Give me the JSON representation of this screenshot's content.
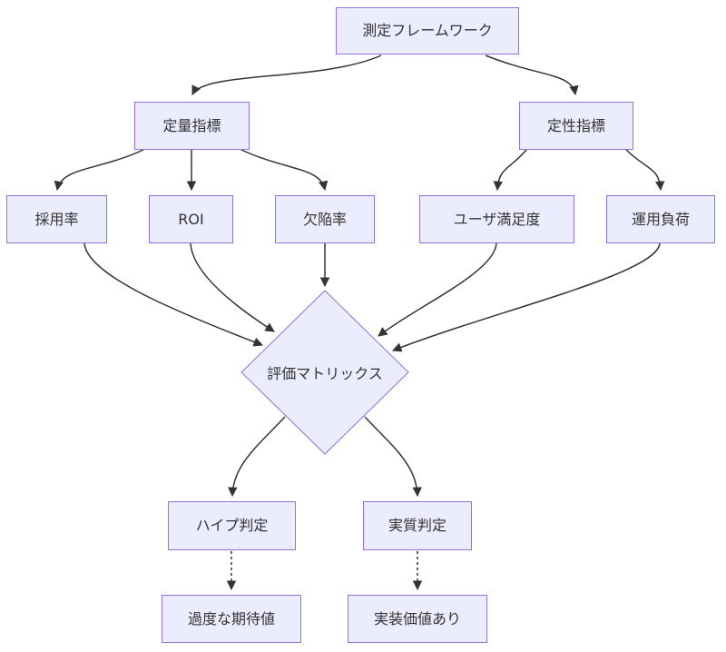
{
  "diagram": {
    "type": "flowchart-top-down",
    "colors": {
      "background": "#ffffff",
      "node_fill": "#ECECFF",
      "node_border": "#9370DB",
      "edge": "#333333",
      "text": "#333333"
    },
    "nodes": {
      "root": {
        "label": "測定フレームワーク",
        "shape": "rect"
      },
      "quantitative": {
        "label": "定量指標",
        "shape": "rect"
      },
      "qualitative": {
        "label": "定性指標",
        "shape": "rect"
      },
      "adoption": {
        "label": "採用率",
        "shape": "rect"
      },
      "roi": {
        "label": "ROI",
        "shape": "rect"
      },
      "defect": {
        "label": "欠陥率",
        "shape": "rect"
      },
      "satisfaction": {
        "label": "ユーザ満足度",
        "shape": "rect"
      },
      "load": {
        "label": "運用負荷",
        "shape": "rect"
      },
      "matrix": {
        "label": "評価マトリックス",
        "shape": "diamond"
      },
      "hype": {
        "label": "ハイプ判定",
        "shape": "rect"
      },
      "substance": {
        "label": "実質判定",
        "shape": "rect"
      },
      "overexpectation": {
        "label": "過度な期待値",
        "shape": "rect"
      },
      "implementation_value": {
        "label": "実装価値あり",
        "shape": "rect"
      }
    },
    "edges": [
      {
        "from": "root",
        "to": "quantitative",
        "style": "solid"
      },
      {
        "from": "root",
        "to": "qualitative",
        "style": "solid"
      },
      {
        "from": "quantitative",
        "to": "adoption",
        "style": "solid"
      },
      {
        "from": "quantitative",
        "to": "roi",
        "style": "solid"
      },
      {
        "from": "quantitative",
        "to": "defect",
        "style": "solid"
      },
      {
        "from": "qualitative",
        "to": "satisfaction",
        "style": "solid"
      },
      {
        "from": "qualitative",
        "to": "load",
        "style": "solid"
      },
      {
        "from": "adoption",
        "to": "matrix",
        "style": "solid"
      },
      {
        "from": "roi",
        "to": "matrix",
        "style": "solid"
      },
      {
        "from": "defect",
        "to": "matrix",
        "style": "solid"
      },
      {
        "from": "satisfaction",
        "to": "matrix",
        "style": "solid"
      },
      {
        "from": "load",
        "to": "matrix",
        "style": "solid"
      },
      {
        "from": "matrix",
        "to": "hype",
        "style": "solid"
      },
      {
        "from": "matrix",
        "to": "substance",
        "style": "solid"
      },
      {
        "from": "hype",
        "to": "overexpectation",
        "style": "dashed"
      },
      {
        "from": "substance",
        "to": "implementation_value",
        "style": "dashed"
      }
    ]
  }
}
